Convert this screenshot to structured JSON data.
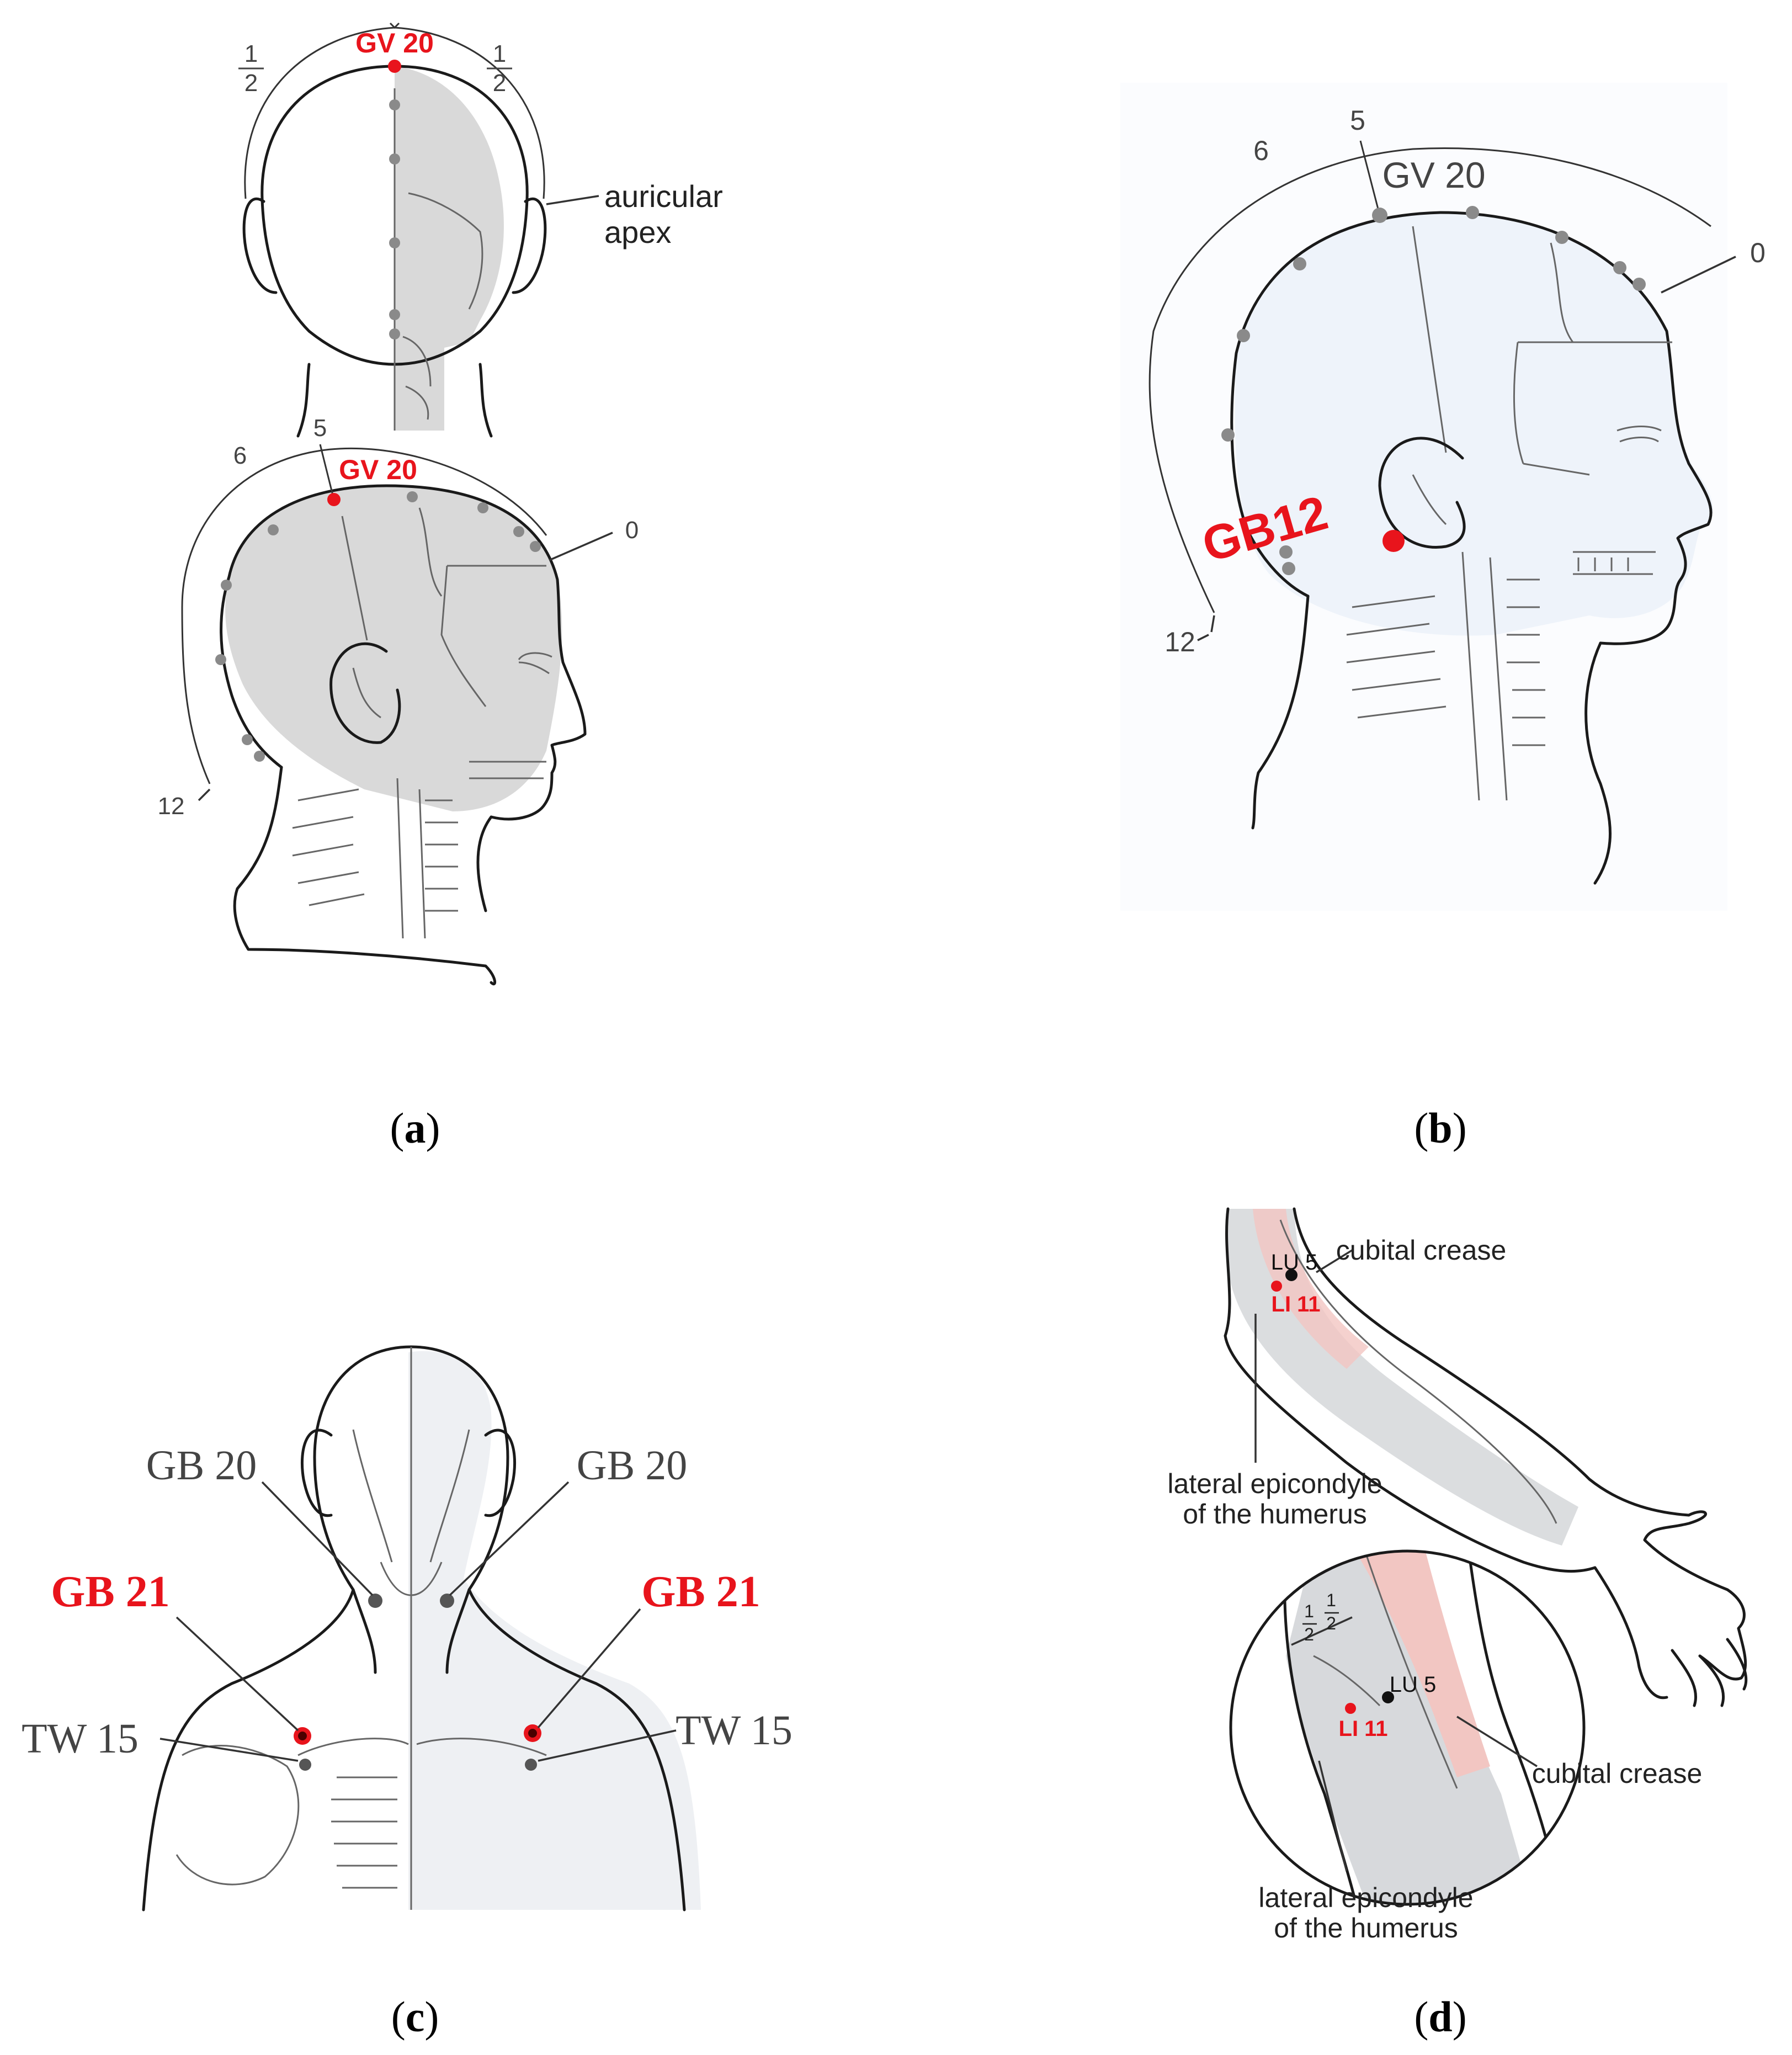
{
  "panels": {
    "a": {
      "caption_letter": "a",
      "point_label": "GV 20",
      "frac_num": "1",
      "frac_den": "2",
      "auricular_label_line1": "auricular",
      "auricular_label_line2": "apex",
      "num_5": "5",
      "num_6": "6",
      "num_0": "0",
      "num_12": "12"
    },
    "b": {
      "caption_letter": "b",
      "point_label": "GV 20",
      "handwritten_label": "GB12",
      "num_5": "5",
      "num_6": "6",
      "num_0": "0",
      "num_12": "12"
    },
    "c": {
      "caption_letter": "c",
      "gb20_left": "GB 20",
      "gb20_right": "GB 20",
      "gb21_left": "GB 21",
      "gb21_right": "GB 21",
      "tw15_left": "TW 15",
      "tw15_right": "TW 15"
    },
    "d": {
      "caption_letter": "d",
      "lu5_top": "LU 5",
      "li11_top": "LI 11",
      "cubital_top": "cubital crease",
      "lateral_top_line1": "lateral epicondyle",
      "lateral_top_line2": "of the humerus",
      "frac_num": "1",
      "frac_den": "2",
      "lu5_inset": "LU 5",
      "li11_inset": "LI 11",
      "cubital_inset": "cubital crease",
      "lateral_inset_line1": "lateral epicondyle",
      "lateral_inset_line2": "of the humerus"
    }
  },
  "colors": {
    "acupoint_red": "#e8141c",
    "reference_gray": "#8a8a8a",
    "skull_fill": "#d9d9d9",
    "marker_black": "#111111"
  }
}
